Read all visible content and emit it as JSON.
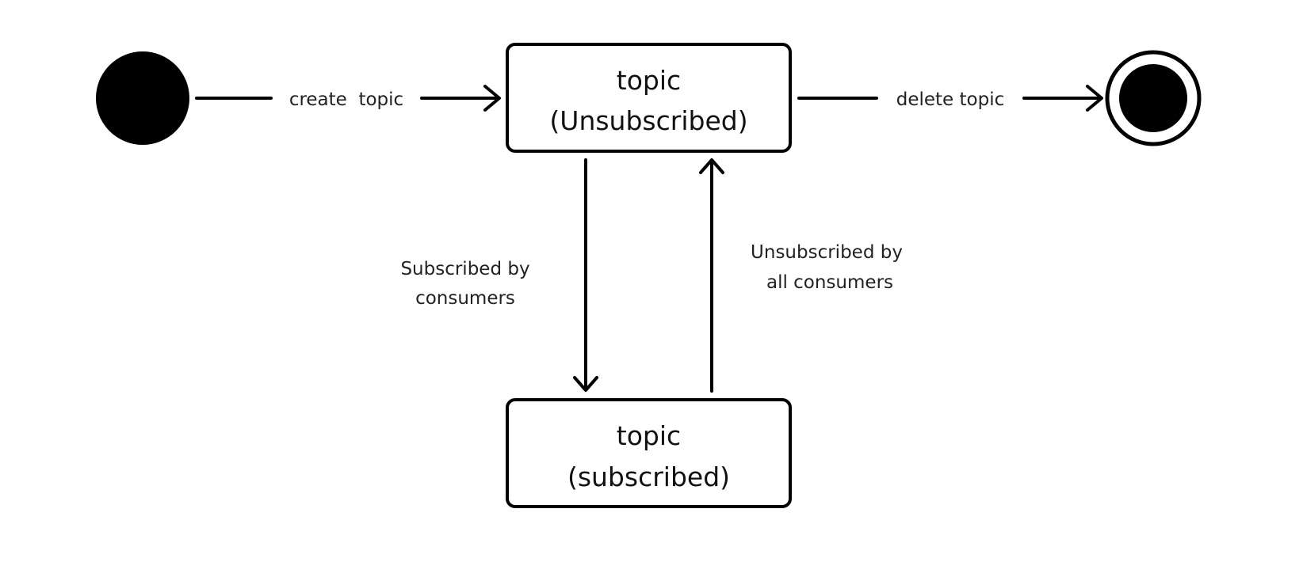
{
  "states": {
    "unsubscribed": {
      "line1": "topic",
      "line2": "(Unsubscribed)"
    },
    "subscribed": {
      "line1": "topic",
      "line2": "(subscribed)"
    }
  },
  "transitions": {
    "create": "create  topic",
    "delete": "delete topic",
    "subscribe": {
      "line1": "Subscribed by",
      "line2": "consumers"
    },
    "unsubscribe": {
      "line1": "Unsubscribed by",
      "line2": "all consumers"
    }
  },
  "colors": {
    "stroke": "#000000",
    "background": "#ffffff"
  }
}
